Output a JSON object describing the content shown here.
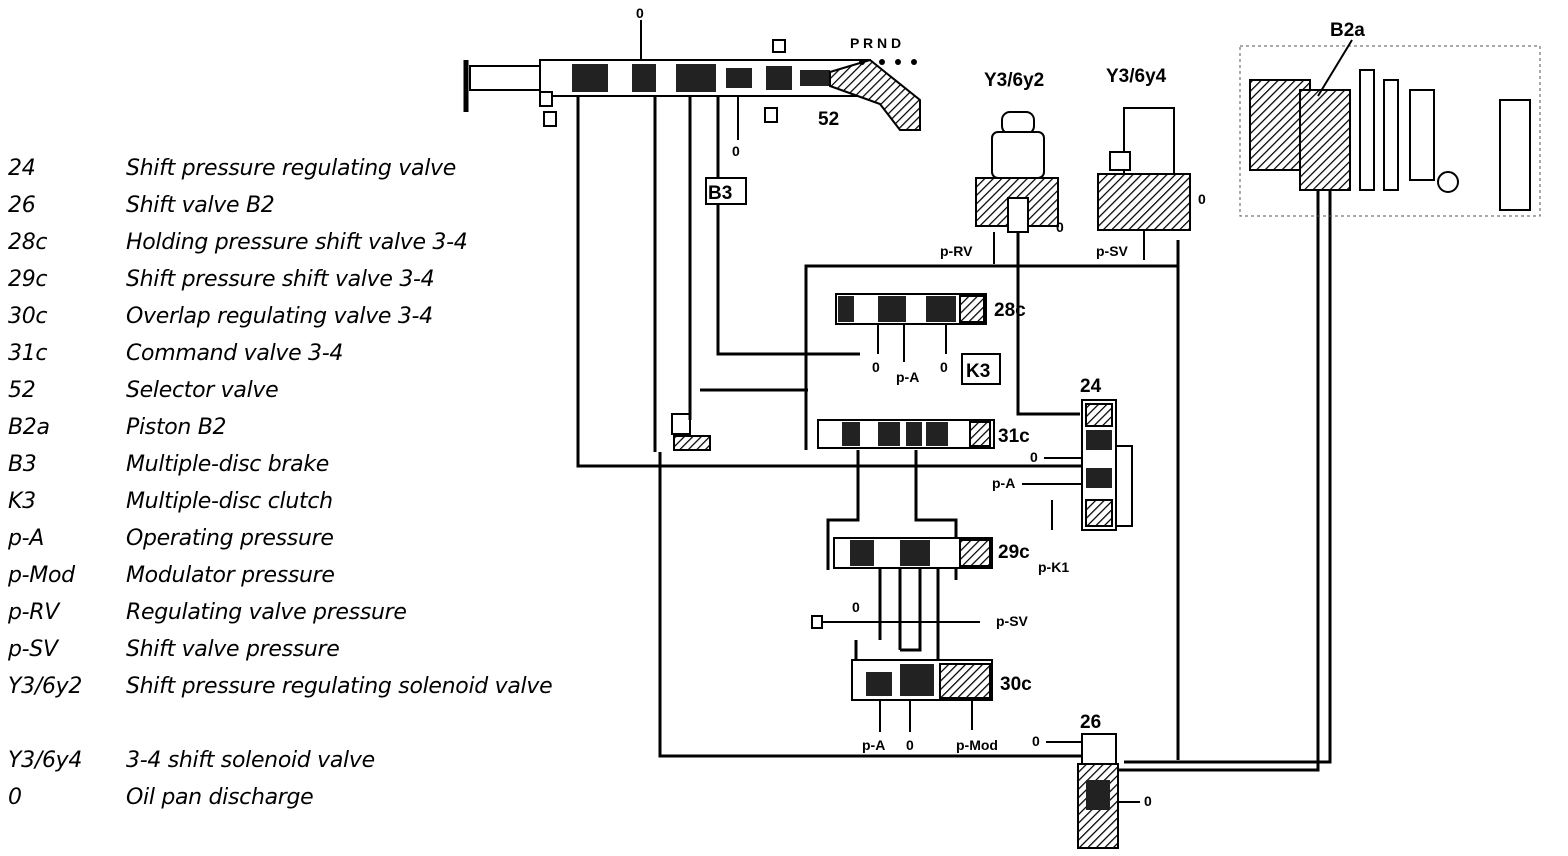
{
  "legend": [
    {
      "code": "24",
      "desc": "Shift pressure regulating valve"
    },
    {
      "code": "26",
      "desc": "Shift valve B2"
    },
    {
      "code": "28c",
      "desc": "Holding pressure shift valve 3-4"
    },
    {
      "code": "29c",
      "desc": "Shift pressure shift valve 3-4"
    },
    {
      "code": "30c",
      "desc": "Overlap regulating valve 3-4"
    },
    {
      "code": "31c",
      "desc": "Command valve 3-4"
    },
    {
      "code": "52",
      "desc": "Selector valve"
    },
    {
      "code": "B2a",
      "desc": "Piston B2"
    },
    {
      "code": "B3",
      "desc": "Multiple-disc brake"
    },
    {
      "code": "K3",
      "desc": "Multiple-disc clutch"
    },
    {
      "code": "p-A",
      "desc": "Operating pressure"
    },
    {
      "code": "p-Mod",
      "desc": "Modulator pressure"
    },
    {
      "code": "p-RV",
      "desc": "Regulating valve pressure"
    },
    {
      "code": "p-SV",
      "desc": "Shift valve pressure"
    },
    {
      "code": "Y3/6y2",
      "desc": "Shift pressure regulating solenoid valve"
    },
    {
      "code": "Y3/6y4",
      "desc": "3-4 shift solenoid valve"
    },
    {
      "code": "0",
      "desc": "Oil pan discharge"
    }
  ],
  "diagram_labels": {
    "y2": "Y3/6y2",
    "y4": "Y3/6y4",
    "b2a": "B2a",
    "prnd": "P R N D",
    "v52": "52",
    "b3": "B3",
    "k3": "K3",
    "v24": "24",
    "v26": "26",
    "v28c": "28c",
    "v29c": "29c",
    "v30c": "30c",
    "v31c": "31c",
    "prv": "p-RV",
    "psv_top": "p-SV",
    "psv_mid": "p-SV",
    "pa_28": "p-A",
    "pa_24": "p-A",
    "pa_30": "p-A",
    "pk1": "p-K1",
    "pmod": "p-Mod",
    "zero": "0"
  }
}
